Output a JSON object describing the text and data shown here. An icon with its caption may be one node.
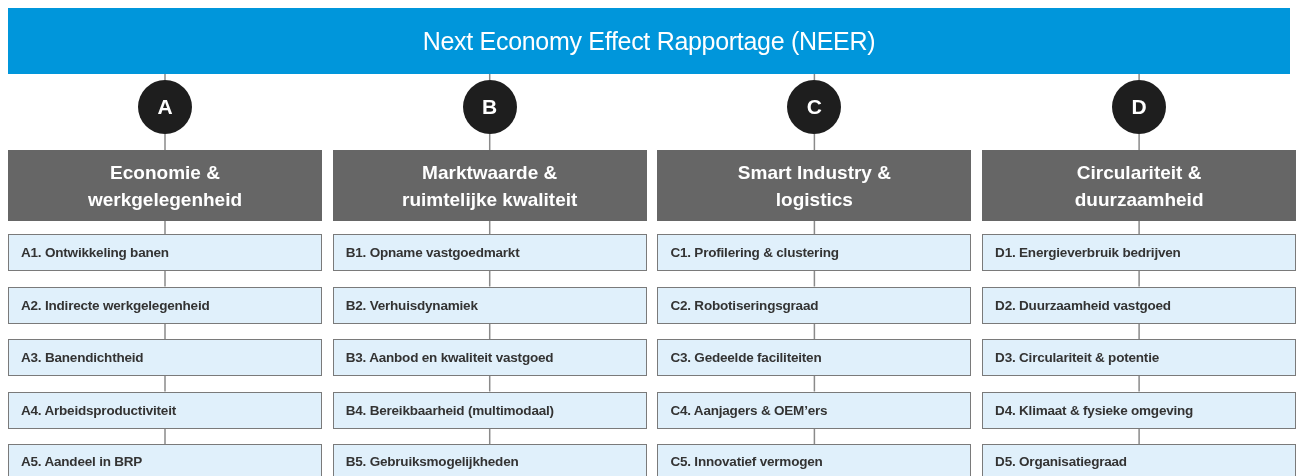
{
  "diagram": {
    "nodes": [
      {
        "text": [
          "Next Economy Effect Rapportage (NEER)"
        ]
      },
      {
        "text": [
          "A"
        ]
      },
      {
        "text": [
          "Economie & werkgelegenheid"
        ]
      },
      {
        "text": [
          "A1. Ontwikkeling banen"
        ]
      },
      {
        "text": [
          "A2. Indirecte werkgelegenheid"
        ]
      },
      {
        "text": [
          "A3. Banendichtheid"
        ]
      },
      {
        "text": [
          "A4. Arbeidsproductiviteit"
        ]
      },
      {
        "text": [
          "A5. Aandeel in BRP"
        ]
      },
      {
        "text": [
          "B"
        ]
      },
      {
        "text": [
          "Marktwaarde & ruimtelijke kwaliteit"
        ]
      },
      {
        "text": [
          "B1. Opname vastgoedmarkt"
        ]
      },
      {
        "text": [
          "B2. Verhuisdynamiek"
        ]
      },
      {
        "text": [
          "B3. Aanbod en kwaliteit vastgoed"
        ]
      },
      {
        "text": [
          "B4. Bereikbaarheid (multimodaal)"
        ]
      },
      {
        "text": [
          "B5. Gebruiksmogelijkheden"
        ]
      },
      {
        "text": [
          "C"
        ]
      },
      {
        "text": [
          "Smart Industry & logistics"
        ]
      },
      {
        "text": [
          "C1. Profilering & clustering"
        ]
      },
      {
        "text": [
          "C2. Robotiseringsgraad"
        ]
      },
      {
        "text": [
          "C3. Gedeelde faciliteiten"
        ]
      },
      {
        "text": [
          "C4. Aanjagers & OEM’ers"
        ]
      },
      {
        "text": [
          "C5. Innovatief vermogen"
        ]
      },
      {
        "text": [
          "D"
        ]
      },
      {
        "text": [
          "Circulariteit & duurzaamheid"
        ]
      },
      {
        "text": [
          "D1. Energieverbruik bedrijven"
        ]
      },
      {
        "text": [
          "D2. Duurzaamheid vastgoed"
        ]
      },
      {
        "text": [
          "D3. Circulariteit & potentie"
        ]
      },
      {
        "text": [
          "D4. Klimaat & fysieke omgeving"
        ]
      },
      {
        "text": [
          "D5. Organisatiegraad"
        ]
      }
    ],
    "edges": [
      {
        "from": 0,
        "to": 1,
        "arrow": "none"
      },
      {
        "from": 1,
        "to": 2,
        "arrow": "none"
      },
      {
        "from": 2,
        "to": 3,
        "arrow": "none"
      },
      {
        "from": 3,
        "to": 4,
        "arrow": "none"
      },
      {
        "from": 4,
        "to": 5,
        "arrow": "none"
      },
      {
        "from": 5,
        "to": 6,
        "arrow": "none"
      },
      {
        "from": 6,
        "to": 7,
        "arrow": "none"
      },
      {
        "from": 0,
        "to": 8,
        "arrow": "none"
      },
      {
        "from": 8,
        "to": 9,
        "arrow": "none"
      },
      {
        "from": 9,
        "to": 10,
        "arrow": "none"
      },
      {
        "from": 10,
        "to": 11,
        "arrow": "none"
      },
      {
        "from": 11,
        "to": 12,
        "arrow": "none"
      },
      {
        "from": 12,
        "to": 13,
        "arrow": "none"
      },
      {
        "from": 13,
        "to": 14,
        "arrow": "none"
      },
      {
        "from": 0,
        "to": 15,
        "arrow": "none"
      },
      {
        "from": 15,
        "to": 16,
        "arrow": "none"
      },
      {
        "from": 16,
        "to": 17,
        "arrow": "none"
      },
      {
        "from": 17,
        "to": 18,
        "arrow": "none"
      },
      {
        "from": 18,
        "to": 19,
        "arrow": "none"
      },
      {
        "from": 19,
        "to": 20,
        "arrow": "none"
      },
      {
        "from": 20,
        "to": 21,
        "arrow": "none"
      },
      {
        "from": 0,
        "to": 22,
        "arrow": "none"
      },
      {
        "from": 22,
        "to": 23,
        "arrow": "none"
      },
      {
        "from": 23,
        "to": 24,
        "arrow": "none"
      },
      {
        "from": 24,
        "to": 25,
        "arrow": "none"
      },
      {
        "from": 25,
        "to": 26,
        "arrow": "none"
      },
      {
        "from": 26,
        "to": 27,
        "arrow": "none"
      },
      {
        "from": 27,
        "to": 28,
        "arrow": "none"
      }
    ]
  }
}
